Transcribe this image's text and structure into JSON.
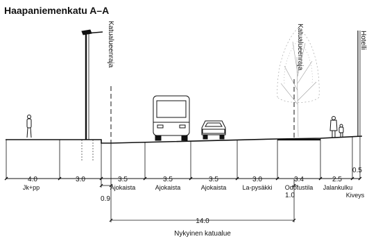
{
  "title": "Haapaniemenkatu A–A",
  "vertical_labels": {
    "left_boundary": "Katualueenraja",
    "right_boundary": "Katualueenraja",
    "hotel": "Hotelli"
  },
  "lane_widths": [
    "4.0",
    "3.0",
    "3.5",
    "3.5",
    "3.5",
    "3.0",
    "3.4",
    "2.5",
    "0.5"
  ],
  "lane_names": [
    "Jk+pp",
    "Ajokaista",
    "Ajokaista",
    "Ajokaista",
    "La-pysäkki",
    "Odotustila",
    "Jalankulku",
    "Kiveys"
  ],
  "sub_dims": {
    "left": "0.9",
    "right": "1.0"
  },
  "total": {
    "value": "14.0",
    "label": "Nykyinen katualue"
  },
  "colors": {
    "ink": "#111111",
    "tree": "#9a9a9a"
  }
}
